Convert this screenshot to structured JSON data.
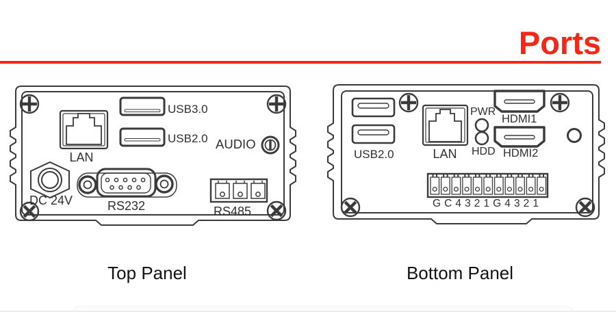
{
  "title": {
    "text": "Ports"
  },
  "colors": {
    "accent": "#fb2516",
    "line": "#3a3a3a",
    "text": "#2f2f2f"
  },
  "top_panel": {
    "caption": "Top Panel",
    "labels": {
      "usb3": "USB3.0",
      "usb2": "USB2.0",
      "lan": "LAN",
      "audio": "AUDIO",
      "dc": "DC 24V",
      "rs232": "RS232",
      "rs485": "RS485"
    }
  },
  "bottom_panel": {
    "caption": "Bottom Panel",
    "labels": {
      "usb2": "USB2.0",
      "lan": "LAN",
      "pwr": "PWR",
      "hdd": "HDD",
      "hdmi1": "HDMI1",
      "hdmi2": "HDMI2",
      "terminal": "G C 4 3 2 1  G 4 3 2 1"
    }
  }
}
